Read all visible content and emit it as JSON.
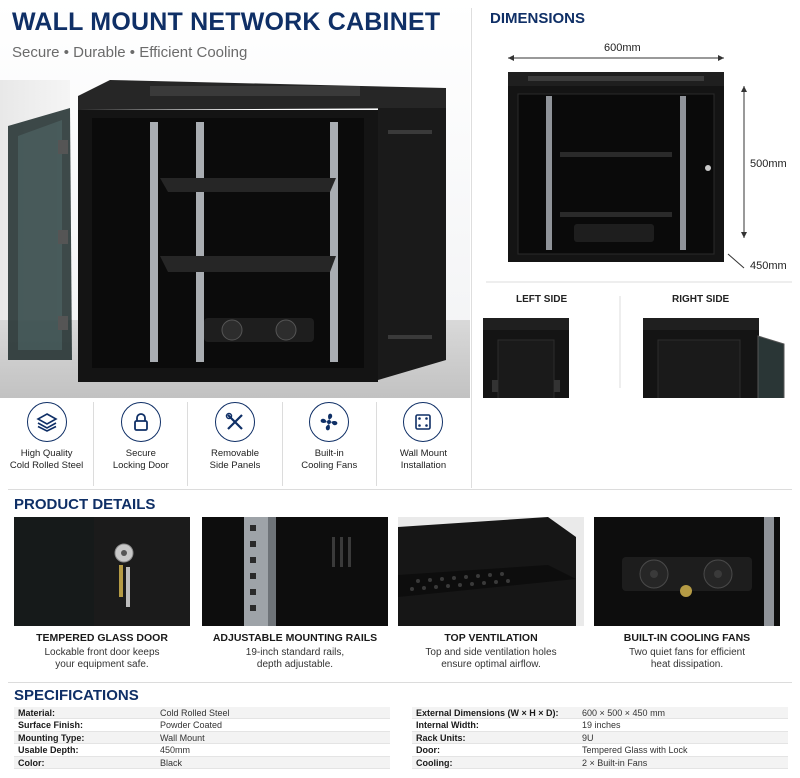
{
  "header": {
    "title": "WALL MOUNT NETWORK CABINET",
    "tagline": "Secure • Durable • Efficient Cooling"
  },
  "dimensions": {
    "title": "DIMENSIONS",
    "width": "600mm",
    "height": "500mm",
    "depth": "450mm",
    "left_side_label": "LEFT SIDE",
    "right_side_label": "RIGHT SIDE"
  },
  "features": [
    {
      "icon": "layers-icon",
      "line1": "High Quality",
      "line2": "Cold Rolled Steel"
    },
    {
      "icon": "lock-icon",
      "line1": "Secure",
      "line2": "Locking Door"
    },
    {
      "icon": "tools-icon",
      "line1": "Removable",
      "line2": "Side Panels"
    },
    {
      "icon": "fan-icon",
      "line1": "Built-in",
      "line2": "Cooling Fans"
    },
    {
      "icon": "wall-mount-icon",
      "line1": "Wall Mount",
      "line2": "Installation"
    }
  ],
  "product_details": {
    "title": "PRODUCT DETAILS",
    "items": [
      {
        "name": "TEMPERED GLASS DOOR",
        "line1": "Lockable front door keeps",
        "line2": "your equipment safe."
      },
      {
        "name": "ADJUSTABLE MOUNTING RAILS",
        "line1": "19-inch standard rails,",
        "line2": "depth adjustable."
      },
      {
        "name": "TOP VENTILATION",
        "line1": "Top and side ventilation holes",
        "line2": "ensure optimal airflow."
      },
      {
        "name": "BUILT-IN COOLING FANS",
        "line1": "Two quiet fans for efficient",
        "line2": "heat dissipation."
      }
    ]
  },
  "specifications": {
    "title": "SPECIFICATIONS",
    "left": [
      {
        "key": "Material:",
        "value": "Cold Rolled Steel"
      },
      {
        "key": "Surface Finish:",
        "value": "Powder Coated"
      },
      {
        "key": "Mounting Type:",
        "value": "Wall Mount"
      },
      {
        "key": "Usable Depth:",
        "value": "450mm"
      },
      {
        "key": "Color:",
        "value": "Black"
      }
    ],
    "right": [
      {
        "key": "External Dimensions (W × H × D):",
        "value": "600 × 500 × 450 mm"
      },
      {
        "key": "Internal Width:",
        "value": "19 inches"
      },
      {
        "key": "Rack Units:",
        "value": "9U"
      },
      {
        "key": "Door:",
        "value": "Tempered Glass with Lock"
      },
      {
        "key": "Cooling:",
        "value": "2 × Built-in Fans"
      }
    ]
  },
  "colors": {
    "brand_navy": "#0f2f66",
    "cabinet_black": "#141414",
    "rail_silver": "#a9adb2"
  }
}
